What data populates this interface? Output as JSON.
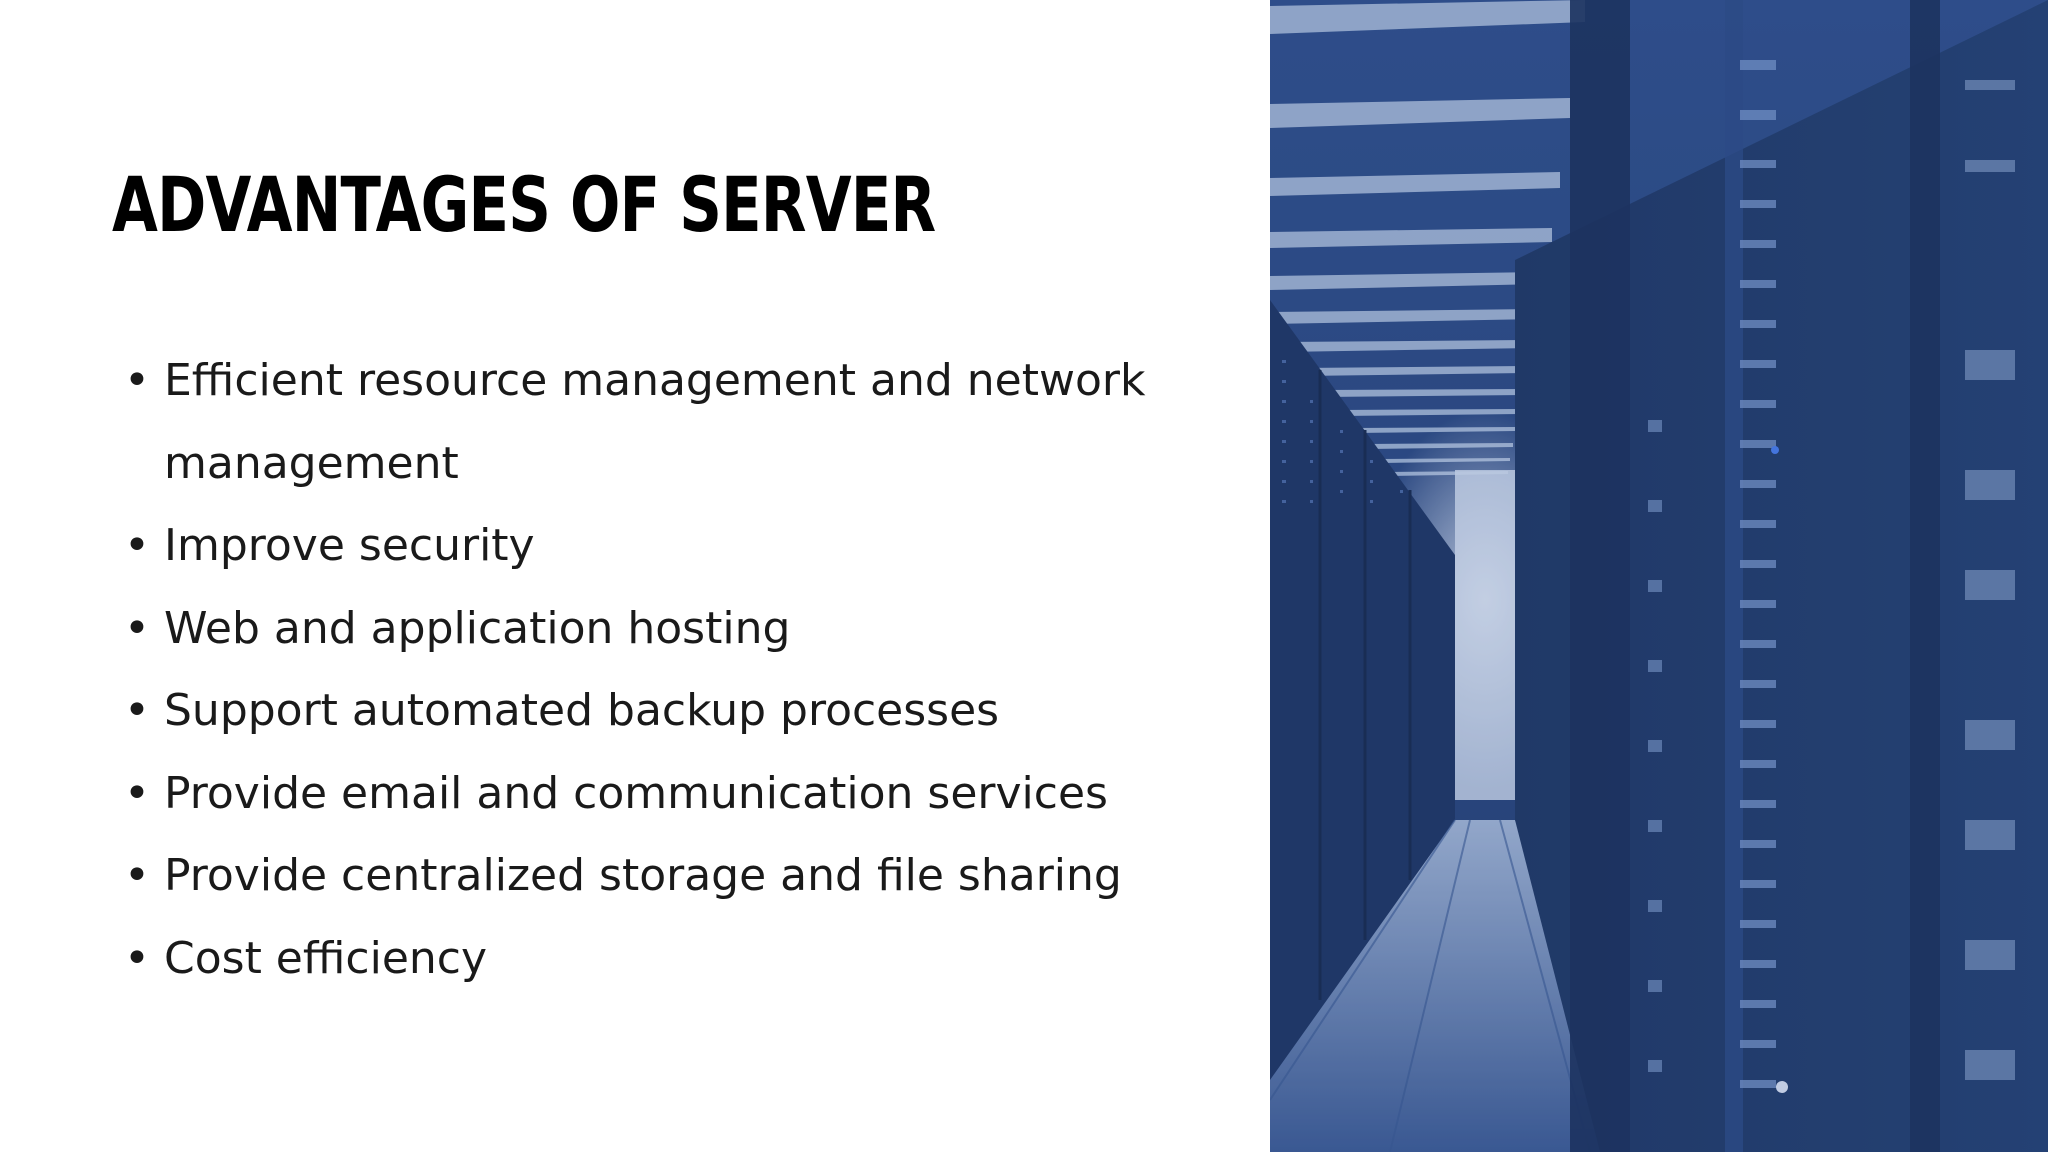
{
  "slide": {
    "title": "Advantages of Server",
    "bullet_glyph": "•",
    "bullets": [
      "Efficient resource management and network management",
      "Improve security",
      "Web and application hosting",
      "Support automated backup processes",
      "Provide email and communication services",
      "Provide centralized  storage and file sharing",
      "Cost efficiency"
    ]
  },
  "image": {
    "subject": "server-room-corridor",
    "colors": {
      "tint": "#2d4f8e",
      "dark": "#172a4d",
      "light": "#c5d3e6"
    }
  }
}
